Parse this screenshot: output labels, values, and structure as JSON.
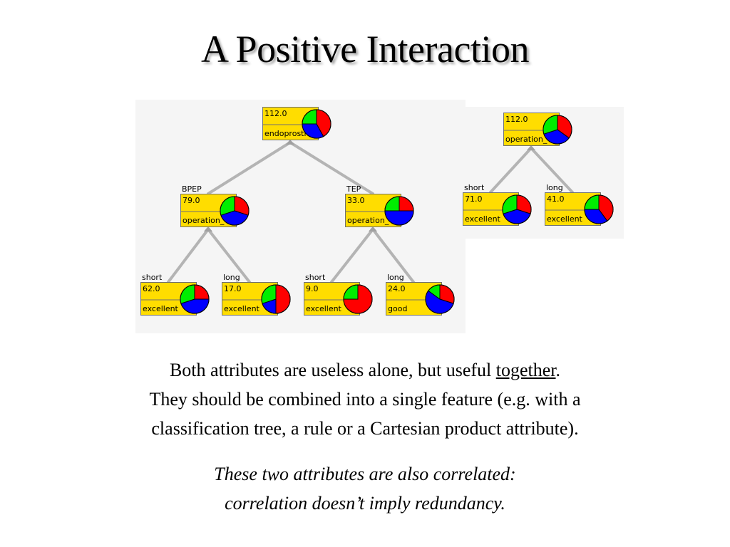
{
  "slide": {
    "title": "A Positive Interaction",
    "body": {
      "line1_pre": "Both attributes are useless alone, but useful ",
      "line1_emph": "together",
      "line1_post": ".",
      "line2": "They should be combined into a single feature (e.g. with a",
      "line3": "classification tree, a rule or a Cartesian product attribute)."
    },
    "note": {
      "line1": "These two attributes are also correlated:",
      "line2": "correlation doesn’t imply redundancy."
    }
  },
  "colors": {
    "node_fill": "#ffdd00",
    "node_border": "#707070",
    "edge": "#b4b4b4",
    "red": "#ff0000",
    "green": "#00ee00",
    "blue": "#0000ff"
  },
  "tree_left": {
    "nodes": [
      {
        "id": "root",
        "branch": "",
        "count": "112.0",
        "label": "endoprosth",
        "pie": [
          0.42,
          0.33,
          0.25
        ]
      },
      {
        "id": "bpep",
        "branch": "BPEP",
        "count": "79.0",
        "label": "operation_",
        "pie": [
          0.3,
          0.4,
          0.3
        ]
      },
      {
        "id": "tep",
        "branch": "TEP",
        "count": "33.0",
        "label": "operation_",
        "pie": [
          0.25,
          0.5,
          0.25
        ]
      },
      {
        "id": "bpep-short",
        "branch": "short",
        "count": "62.0",
        "label": "excellent",
        "pie": [
          0.25,
          0.45,
          0.3
        ]
      },
      {
        "id": "bpep-long",
        "branch": "long",
        "count": "17.0",
        "label": "excellent",
        "pie": [
          0.5,
          0.2,
          0.3
        ]
      },
      {
        "id": "tep-short",
        "branch": "short",
        "count": "9.0",
        "label": "excellent",
        "pie": [
          0.75,
          0.0,
          0.25
        ]
      },
      {
        "id": "tep-long",
        "branch": "long",
        "count": "24.0",
        "label": "good",
        "pie": [
          0.3,
          0.55,
          0.15
        ]
      }
    ],
    "edges": [
      [
        "root",
        "bpep"
      ],
      [
        "root",
        "tep"
      ],
      [
        "bpep",
        "bpep-short"
      ],
      [
        "bpep",
        "bpep-long"
      ],
      [
        "tep",
        "tep-short"
      ],
      [
        "tep",
        "tep-long"
      ]
    ]
  },
  "tree_right": {
    "nodes": [
      {
        "id": "r-root",
        "branch": "",
        "count": "112.0",
        "label": "operation_",
        "pie": [
          0.35,
          0.35,
          0.3
        ]
      },
      {
        "id": "r-short",
        "branch": "short",
        "count": "71.0",
        "label": "excellent",
        "pie": [
          0.3,
          0.4,
          0.3
        ]
      },
      {
        "id": "r-long",
        "branch": "long",
        "count": "41.0",
        "label": "excellent",
        "pie": [
          0.4,
          0.35,
          0.25
        ]
      }
    ],
    "edges": [
      [
        "r-root",
        "r-short"
      ],
      [
        "r-root",
        "r-long"
      ]
    ]
  }
}
